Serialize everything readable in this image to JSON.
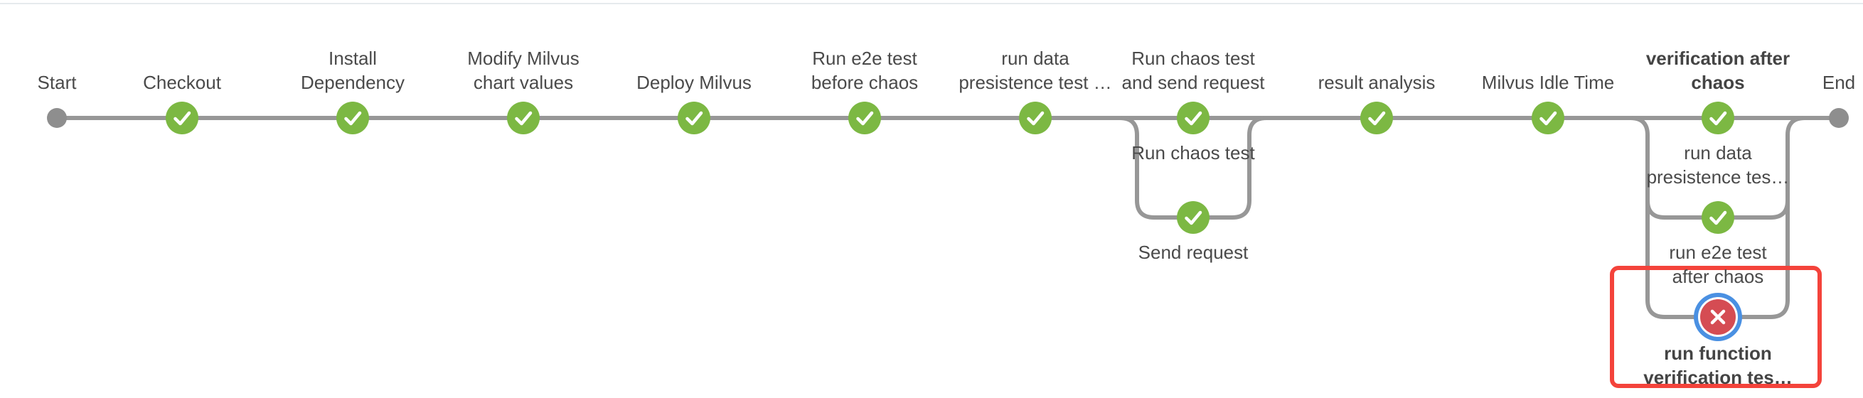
{
  "pipeline": {
    "start_label": "Start",
    "end_label": "End",
    "stages": [
      {
        "label": "Checkout",
        "status": "success"
      },
      {
        "label": [
          "Install",
          "Dependency"
        ],
        "status": "success"
      },
      {
        "label": [
          "Modify Milvus",
          "chart values"
        ],
        "status": "success"
      },
      {
        "label": "Deploy Milvus",
        "status": "success"
      },
      {
        "label": [
          "Run e2e test",
          "before chaos"
        ],
        "status": "success"
      },
      {
        "label": [
          "run data",
          "presistence test …"
        ],
        "status": "success"
      },
      {
        "label": [
          "Run chaos test",
          "and send request"
        ],
        "status": "success",
        "branch_label": "Run chaos test",
        "parallel": [
          {
            "label": "Send request",
            "status": "success"
          }
        ]
      },
      {
        "label": "result analysis",
        "status": "success"
      },
      {
        "label": "Milvus Idle Time",
        "status": "success"
      },
      {
        "label": [
          "verification after",
          "chaos"
        ],
        "status": "success",
        "branch_label": [
          "run data",
          "presistence tes…"
        ],
        "parallel": [
          {
            "label": [
              "run e2e test",
              "after chaos"
            ],
            "status": "success"
          },
          {
            "label": [
              "run function",
              "verification tes…"
            ],
            "status": "failure",
            "selected": true
          }
        ]
      }
    ],
    "colors": {
      "success_green": "#7CB843",
      "failure_red": "#D54C53",
      "selection_ring_blue": "#4A90E2",
      "connector_gray": "#979797",
      "highlight_box_red": "#F4433B",
      "label_text": "#4A4A4A"
    }
  }
}
